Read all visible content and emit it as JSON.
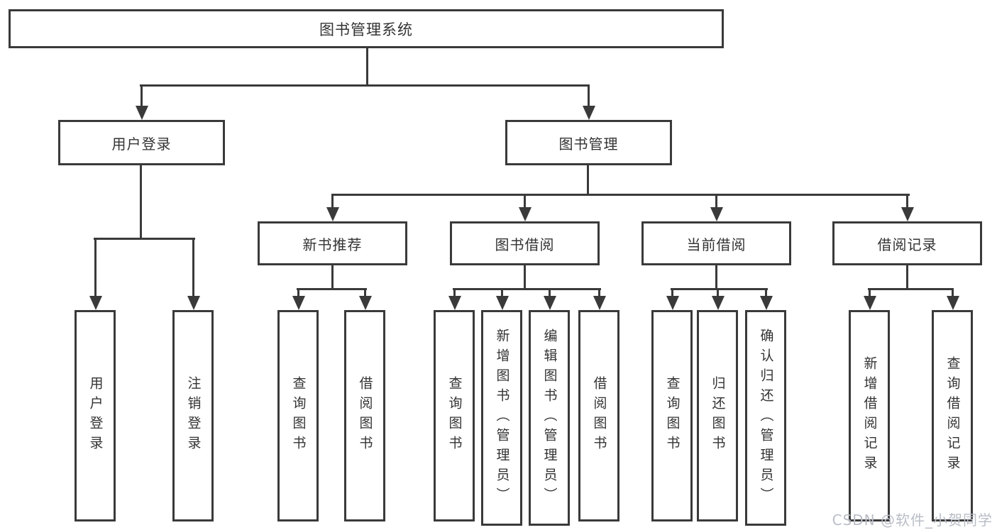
{
  "diagram": {
    "root": {
      "label": "图书管理系统"
    },
    "level2": [
      {
        "label": "用户登录"
      },
      {
        "label": "图书管理"
      }
    ],
    "level3": [
      {
        "label": "新书推荐"
      },
      {
        "label": "图书借阅"
      },
      {
        "label": "当前借阅"
      },
      {
        "label": "借阅记录"
      }
    ],
    "leaves": {
      "user": [
        {
          "label": "用户登录"
        },
        {
          "label": "注销登录"
        }
      ],
      "newbook": [
        {
          "label": "查询图书"
        },
        {
          "label": "借阅图书"
        }
      ],
      "borrow": [
        {
          "label": "查询图书"
        },
        {
          "label": "新增图书（管理员）"
        },
        {
          "label": "编辑图书（管理员）"
        },
        {
          "label": "借阅图书"
        }
      ],
      "current": [
        {
          "label": "查询图书"
        },
        {
          "label": "归还图书"
        },
        {
          "label": "确认归还（管理员）"
        }
      ],
      "records": [
        {
          "label": "新增借阅记录"
        },
        {
          "label": "查询借阅记录"
        }
      ]
    }
  },
  "watermark": {
    "text": "CSDN @软件_小贺同学"
  },
  "colors": {
    "line": "#3a3a3a",
    "text": "#333333",
    "background": "#ffffff",
    "watermark": "#b9bdc6"
  }
}
